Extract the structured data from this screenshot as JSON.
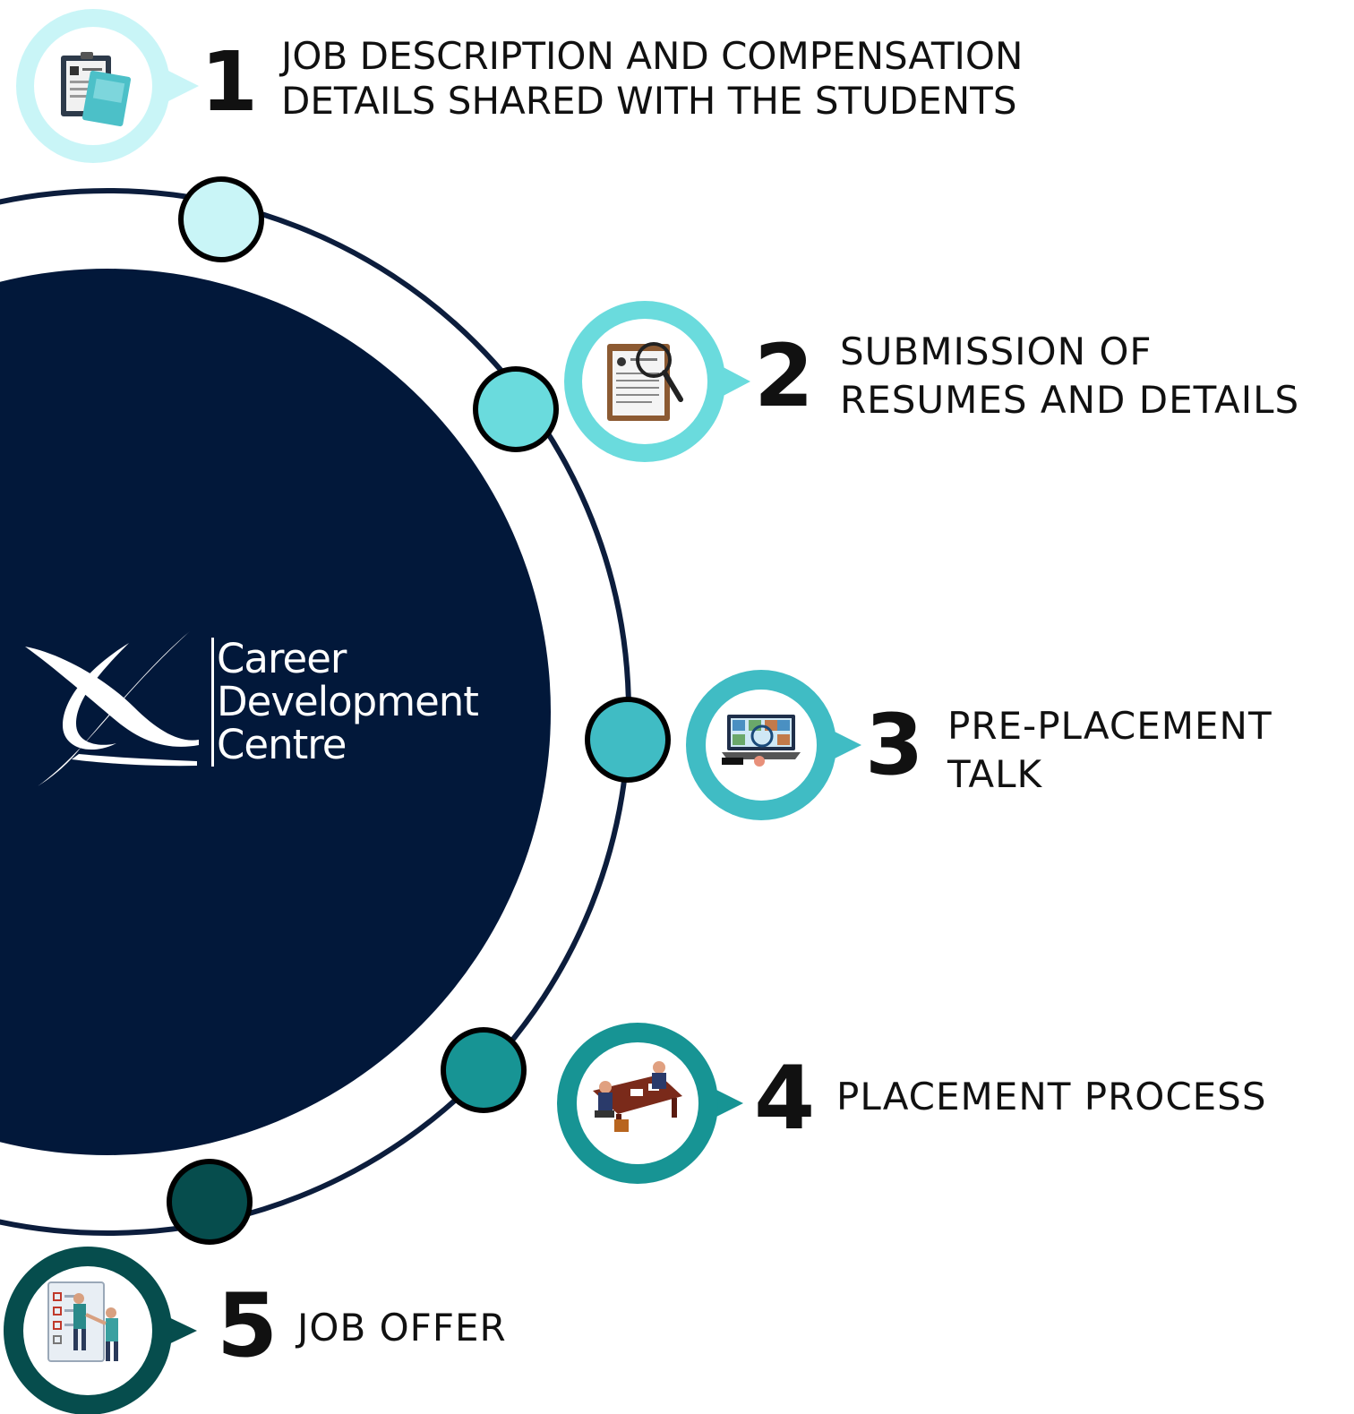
{
  "logo": {
    "lines": [
      "Career",
      "Development",
      "Centre"
    ]
  },
  "steps": [
    {
      "number": "1",
      "lines": [
        "JOB DESCRIPTION AND COMPENSATION",
        "DETAILS SHARED WITH THE STUDENTS"
      ],
      "icon": "clipboard-document-icon",
      "color": "#c9f5f7"
    },
    {
      "number": "2",
      "lines": [
        "SUBMISSION OF",
        "RESUMES AND DETAILS"
      ],
      "icon": "resume-magnifier-icon",
      "color": "#6adbdd"
    },
    {
      "number": "3",
      "lines": [
        "PRE-PLACEMENT",
        "TALK"
      ],
      "icon": "laptop-video-call-icon",
      "color": "#40bcc4"
    },
    {
      "number": "4",
      "lines": [
        "PLACEMENT PROCESS"
      ],
      "icon": "interview-desk-icon",
      "color": "#179494"
    },
    {
      "number": "5",
      "lines": [
        "JOB OFFER"
      ],
      "icon": "handshake-checklist-icon",
      "color": "#064d4d"
    }
  ],
  "colors": {
    "navy": "#02183a",
    "ring": "#0c1d3c"
  }
}
